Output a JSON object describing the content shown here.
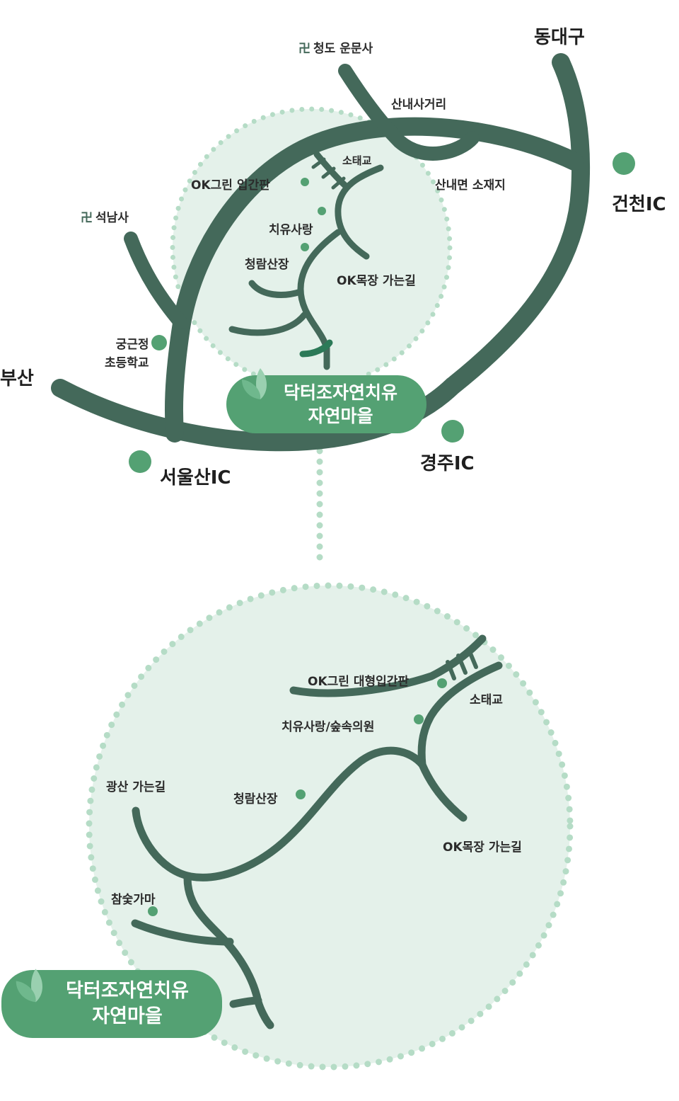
{
  "top_map": {
    "cities": {
      "dongdaegu": "동대구",
      "busan": "부산"
    },
    "interchanges": {
      "geoncheon": "건천IC",
      "seoulsan": "서울산IC",
      "gyeongju": "경주IC"
    },
    "temples": {
      "cheongdo_unmunsa": "청도 운문사",
      "seongnamsa": "석남사",
      "temple_symbol": "卍"
    },
    "places": {
      "sannae_crossroad": "산내사거리",
      "sannae_office": "산내면 소재지",
      "sotaegyo": "소태교",
      "ok_green_sign": "OK그린 입간판",
      "chiyu_sarang": "치유사랑",
      "cheongram_sanjang": "청람산장",
      "ok_ranch_road": "OK목장 가는길",
      "gunggeunjeong_school_line1": "궁근정",
      "gunggeunjeong_school_line2": "초등학교"
    },
    "village_badge": {
      "line1": "닥터조자연치유",
      "line2": "자연마을"
    }
  },
  "detail_map": {
    "places": {
      "ok_green_big_sign": "OK그린 대형입간판",
      "sotaegyo": "소태교",
      "chiyu_sarang_forest_clinic": "치유사랑/숲속의원",
      "cheongram_sanjang": "청람산장",
      "gwangsan_road": "광산 가는길",
      "ok_ranch_road": "OK목장 가는길",
      "charcoal_kiln": "참숯가마"
    },
    "village_badge": {
      "line1": "닥터조자연치유",
      "line2": "자연마을"
    }
  },
  "colors": {
    "road": "#44695a",
    "marker": "#54a173",
    "badge": "#54a173",
    "circle_fill": "#e4f1ea",
    "dotted_border": "#b5dcc6",
    "highlight_road": "#2c7a58"
  },
  "icons": {
    "temple": "temple-icon",
    "leaf": "leaf-icon",
    "marker": "location-dot-icon"
  }
}
